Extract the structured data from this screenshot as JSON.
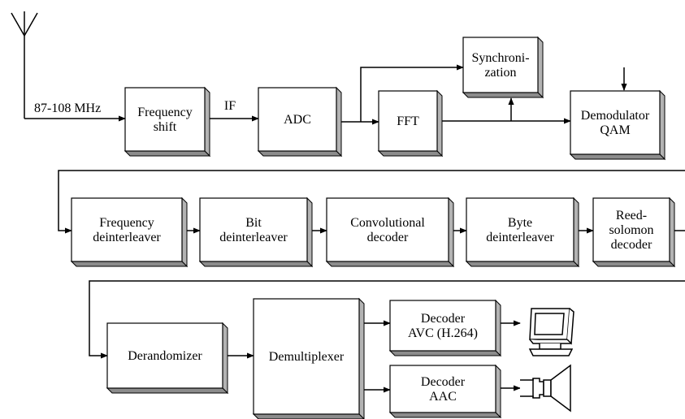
{
  "input_label": "87-108 MHz",
  "if_label": "IF",
  "blocks": {
    "freq_shift": [
      "Frequency",
      "shift"
    ],
    "adc": [
      "ADC"
    ],
    "fft": [
      "FFT"
    ],
    "sync": [
      "Synchroni-",
      "zation"
    ],
    "demod": [
      "Demodulator",
      "QAM"
    ],
    "freq_deint": [
      "Frequency",
      "deinterleaver"
    ],
    "bit_deint": [
      "Bit",
      "deinterleaver"
    ],
    "conv_dec": [
      "Convolutional",
      "decoder"
    ],
    "byte_deint": [
      "Byte",
      "deinterleaver"
    ],
    "rs_dec": [
      "Reed-",
      "solomon",
      "decoder"
    ],
    "derand": [
      "Derandomizer"
    ],
    "demux": [
      "Demultiplexer"
    ],
    "dec_avc": [
      "Decoder",
      "AVC (H.264)"
    ],
    "dec_aac": [
      "Decoder",
      "AAC"
    ]
  },
  "icons": [
    "antenna-icon",
    "monitor-icon",
    "speaker-icon"
  ]
}
